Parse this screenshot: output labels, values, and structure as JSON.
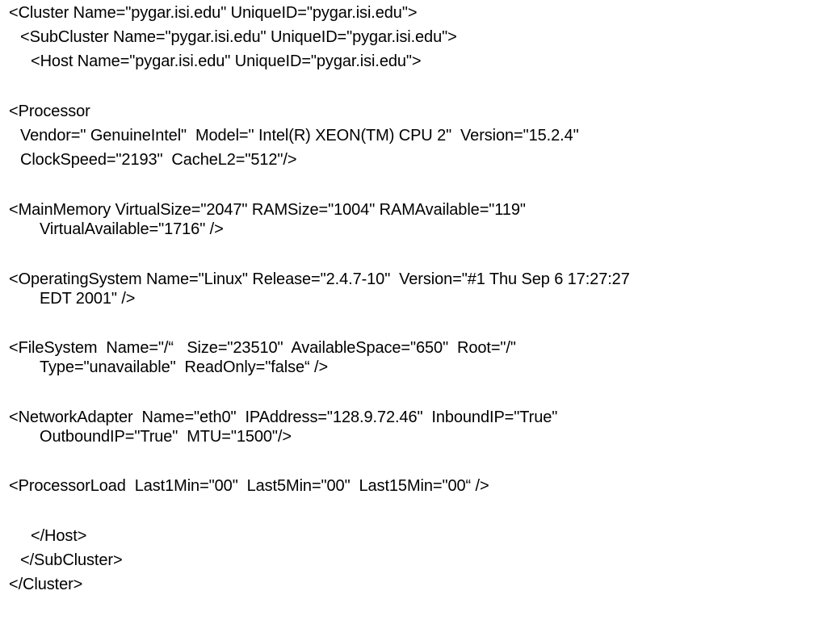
{
  "document": {
    "lines": [
      "<Cluster Name=\"pygar.isi.edu\" UniqueID=\"pygar.isi.edu\">",
      "<SubCluster Name=\"pygar.isi.edu\" UniqueID=\"pygar.isi.edu\">",
      "<Host Name=\"pygar.isi.edu\" UniqueID=\"pygar.isi.edu\">",
      "<Processor",
      "Vendor=\" GenuineIntel\"  Model=\" Intel(R) XEON(TM) CPU 2\"  Version=\"15.2.4\"",
      "ClockSpeed=\"2193\"  CacheL2=\"512\"/>",
      "<MainMemory VirtualSize=\"2047\" RAMSize=\"1004\" RAMAvailable=\"119\"",
      "VirtualAvailable=\"1716\" />",
      "<OperatingSystem Name=\"Linux\" Release=\"2.4.7-10\"  Version=\"#1 Thu Sep 6 17:27:27",
      "EDT 2001\" />",
      "<FileSystem  Name=\"/“   Size=\"23510\"  AvailableSpace=\"650\"  Root=\"/\"",
      "Type=\"unavailable\"  ReadOnly=\"false“ />",
      "<NetworkAdapter  Name=\"eth0\"  IPAddress=\"128.9.72.46\"  InboundIP=\"True\"",
      "OutboundIP=\"True\"  MTU=\"1500\"/>",
      "<ProcessorLoad  Last1Min=\"00\"  Last5Min=\"00\"  Last15Min=\"00“ />",
      "</Host>",
      "</SubCluster>",
      "</Cluster>"
    ]
  }
}
